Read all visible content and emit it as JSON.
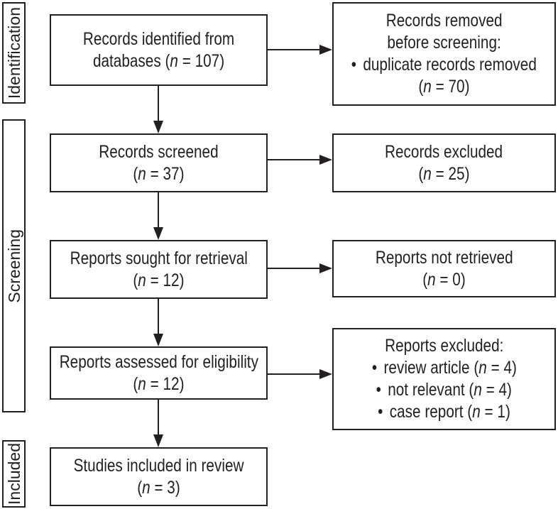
{
  "phases": {
    "identification": "Identification",
    "screening": "Screening",
    "included": "Included"
  },
  "boxes": {
    "records_identified": {
      "lines": [
        "Records identified from",
        "databases (n = 107)"
      ]
    },
    "records_removed": {
      "lines": [
        "Records removed",
        "before screening:"
      ],
      "items": [
        "duplicate records removed"
      ],
      "count": "(n = 70)"
    },
    "records_screened": {
      "title": "Records screened",
      "count": "(n = 37)"
    },
    "records_excluded": {
      "title": "Records excluded",
      "count": "(n = 25)"
    },
    "reports_sought": {
      "title": "Reports sought for retrieval",
      "count": "(n = 12)"
    },
    "reports_not_retrieved": {
      "title": "Reports not retrieved",
      "count": "(n = 0)"
    },
    "reports_assessed": {
      "title": "Reports assessed for eligibility",
      "count": "(n = 12)"
    },
    "reports_excluded": {
      "title": "Reports excluded:",
      "items": [
        "review article (n = 4)",
        "not relevant (n = 4)",
        "case report (n = 1)"
      ]
    },
    "studies_included": {
      "title": "Studies included in review",
      "count": "(n = 3)"
    }
  },
  "colors": {
    "ink": "#231f20",
    "background": "#ffffff"
  }
}
